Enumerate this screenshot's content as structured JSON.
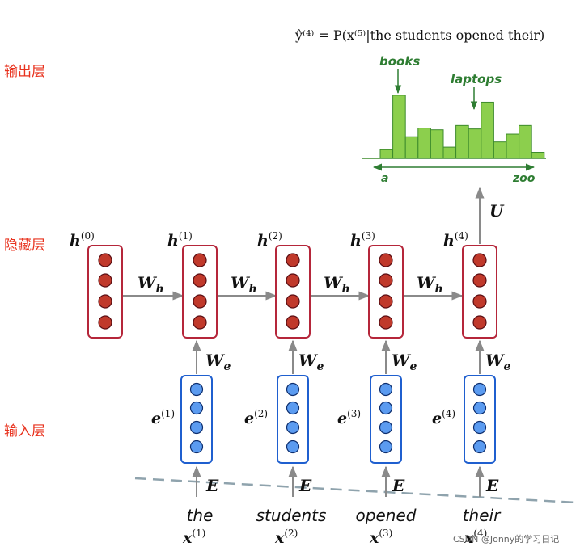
{
  "layer_labels": {
    "output": "输出层",
    "hidden": "隐藏层",
    "input": "输入层"
  },
  "equation": "ŷ⁽⁴⁾ = P(x⁽⁵⁾|the students opened their)",
  "distribution": {
    "annotation_left": "books",
    "annotation_right": "laptops",
    "axis_start": "a",
    "axis_end": "zoo",
    "bar_heights": [
      0.1,
      0.73,
      0.25,
      0.35,
      0.33,
      0.13,
      0.38,
      0.34,
      0.65,
      0.19,
      0.28,
      0.38,
      0.07
    ]
  },
  "hidden_states": [
    {
      "label": "h",
      "sup": "(0)"
    },
    {
      "label": "h",
      "sup": "(1)"
    },
    {
      "label": "h",
      "sup": "(2)"
    },
    {
      "label": "h",
      "sup": "(3)"
    },
    {
      "label": "h",
      "sup": "(4)"
    }
  ],
  "embeddings": [
    {
      "label": "e",
      "sup": "(1)"
    },
    {
      "label": "e",
      "sup": "(2)"
    },
    {
      "label": "e",
      "sup": "(3)"
    },
    {
      "label": "e",
      "sup": "(4)"
    }
  ],
  "words": [
    {
      "word": "the",
      "x_label": "x",
      "sup": "(1)"
    },
    {
      "word": "students",
      "x_label": "x",
      "sup": "(2)"
    },
    {
      "word": "opened",
      "x_label": "x",
      "sup": "(3)"
    },
    {
      "word": "their",
      "x_label": "x",
      "sup": "(4)"
    }
  ],
  "weights": {
    "Wh": "W",
    "Wh_sub": "h",
    "We": "W",
    "We_sub": "e",
    "E": "E",
    "U": "U"
  },
  "watermark": "CSDN @Jonny的学习日记",
  "colors": {
    "hidden_stroke": "#b5263a",
    "hidden_dot": "#c0392b",
    "embed_stroke": "#1f5fcf",
    "embed_dot": "#5b9bf0",
    "bar_fill": "#8ccf4d",
    "bar_stroke": "#3d8b2c",
    "arrow": "#8a8a8a",
    "label_red": "#e8321e",
    "annotation_green": "#2e7d32"
  }
}
